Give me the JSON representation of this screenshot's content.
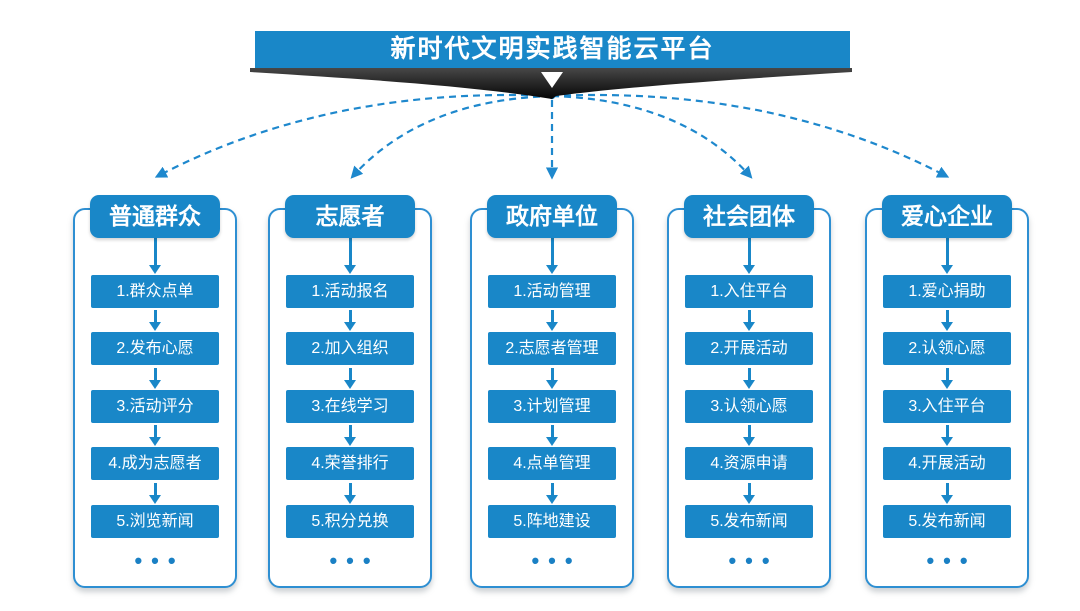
{
  "banner": {
    "title": "新时代文明实践智能云平台"
  },
  "colors": {
    "primary_blue": "#1987C8",
    "outline_blue": "#2E8FD2",
    "connector_blue": "#1E88CD",
    "ribbon_dark": "#1A1A1A",
    "text_white": "#FFFFFF"
  },
  "columns": [
    {
      "title": "普通群众",
      "items": [
        "1.群众点单",
        "2.发布心愿",
        "3.活动评分",
        "4.成为志愿者",
        "5.浏览新闻"
      ],
      "more": "•••"
    },
    {
      "title": "志愿者",
      "items": [
        "1.活动报名",
        "2.加入组织",
        "3.在线学习",
        "4.荣誉排行",
        "5.积分兑换"
      ],
      "more": "•••"
    },
    {
      "title": "政府单位",
      "items": [
        "1.活动管理",
        "2.志愿者管理",
        "3.计划管理",
        "4.点单管理",
        "5.阵地建设"
      ],
      "more": "•••"
    },
    {
      "title": "社会团体",
      "items": [
        "1.入住平台",
        "2.开展活动",
        "3.认领心愿",
        "4.资源申请",
        "5.发布新闻"
      ],
      "more": "•••"
    },
    {
      "title": "爱心企业",
      "items": [
        "1.爱心捐助",
        "2.认领心愿",
        "3.入住平台",
        "4.开展活动",
        "5.发布新闻"
      ],
      "more": "•••"
    }
  ]
}
